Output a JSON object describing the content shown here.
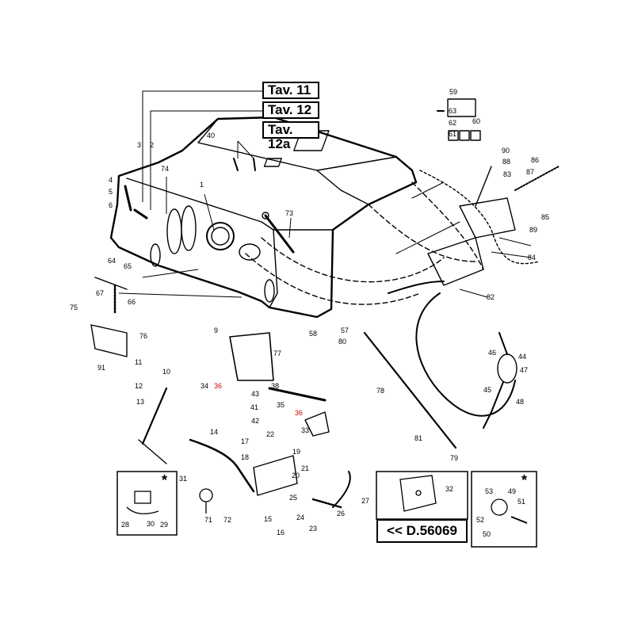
{
  "tables": [
    "Tav. 11",
    "Tav. 12",
    "Tav. 12a"
  ],
  "drawing_ref": "<< D.56069",
  "star": "*",
  "colors": {
    "line": "#000000",
    "highlight": "#cc0000",
    "background": "#ffffff"
  },
  "labels": [
    "1",
    "2",
    "3",
    "4",
    "5",
    "6",
    "9",
    "10",
    "11",
    "12",
    "13",
    "14",
    "15",
    "16",
    "17",
    "18",
    "19",
    "20",
    "21",
    "22",
    "23",
    "24",
    "25",
    "26",
    "27",
    "28",
    "29",
    "30",
    "31",
    "32",
    "33",
    "34",
    "35",
    "36",
    "38",
    "40",
    "41",
    "42",
    "43",
    "44",
    "45",
    "46",
    "47",
    "48",
    "49",
    "50",
    "51",
    "52",
    "53",
    "57",
    "58",
    "59",
    "60",
    "61",
    "62",
    "63",
    "64",
    "65",
    "66",
    "67",
    "71",
    "72",
    "73",
    "74",
    "75",
    "76",
    "77",
    "78",
    "79",
    "80",
    "81",
    "82",
    "83",
    "84",
    "85",
    "86",
    "87",
    "88",
    "89",
    "90",
    "91"
  ]
}
